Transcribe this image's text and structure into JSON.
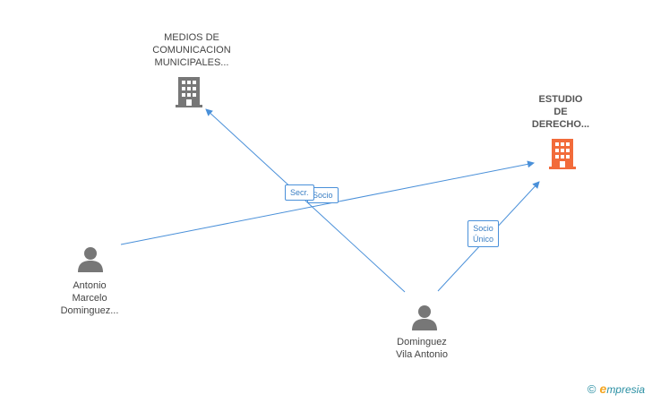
{
  "nodes": {
    "medios": {
      "lines": [
        "MEDIOS DE",
        "COMUNICACION",
        "MUNICIPALES..."
      ]
    },
    "estudio": {
      "lines": [
        "ESTUDIO",
        "DE",
        "DERECHO..."
      ]
    },
    "antonio_marcelo": {
      "lines": [
        "Antonio",
        "Marcelo",
        "Dominguez..."
      ]
    },
    "dominguez_vila": {
      "lines": [
        "Dominguez",
        "Vila Antonio"
      ]
    }
  },
  "edges": {
    "secr": {
      "label": "Secr."
    },
    "socio_hidden": {
      "label": "Socio"
    },
    "socio_unico": {
      "lines": [
        "Socio",
        "Único"
      ]
    }
  },
  "colors": {
    "edge": "#4a90d9",
    "company_gray": "#777777",
    "company_highlight": "#f26b3a",
    "person": "#777777"
  },
  "watermark": {
    "copyright": "©",
    "brand_initial": "e",
    "brand_rest": "mpresia"
  }
}
